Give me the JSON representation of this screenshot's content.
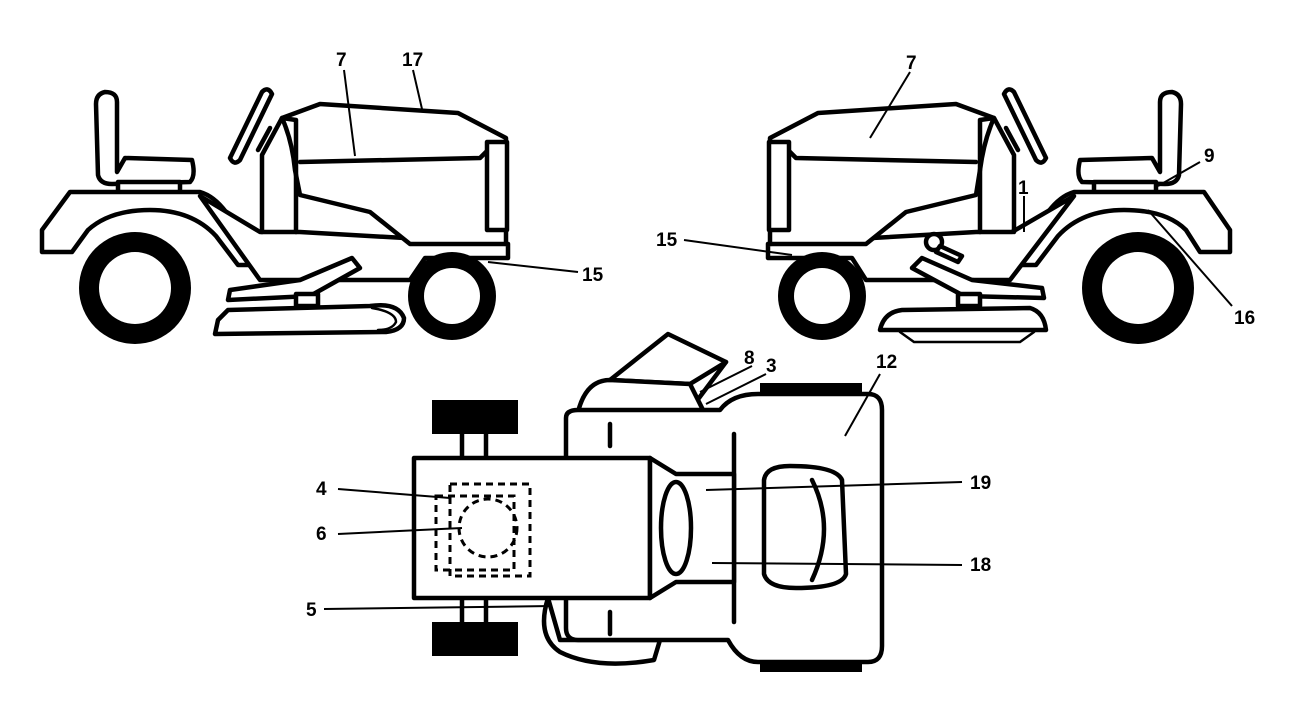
{
  "callouts": {
    "left_view": {
      "c7": "7",
      "c17": "17",
      "c15": "15"
    },
    "right_view": {
      "c7": "7",
      "c1": "1",
      "c9": "9",
      "c15": "15",
      "c16": "16"
    },
    "top_view": {
      "c8": "8",
      "c3": "3",
      "c12": "12",
      "c4": "4",
      "c6": "6",
      "c19": "19",
      "c18": "18",
      "c5": "5"
    }
  }
}
